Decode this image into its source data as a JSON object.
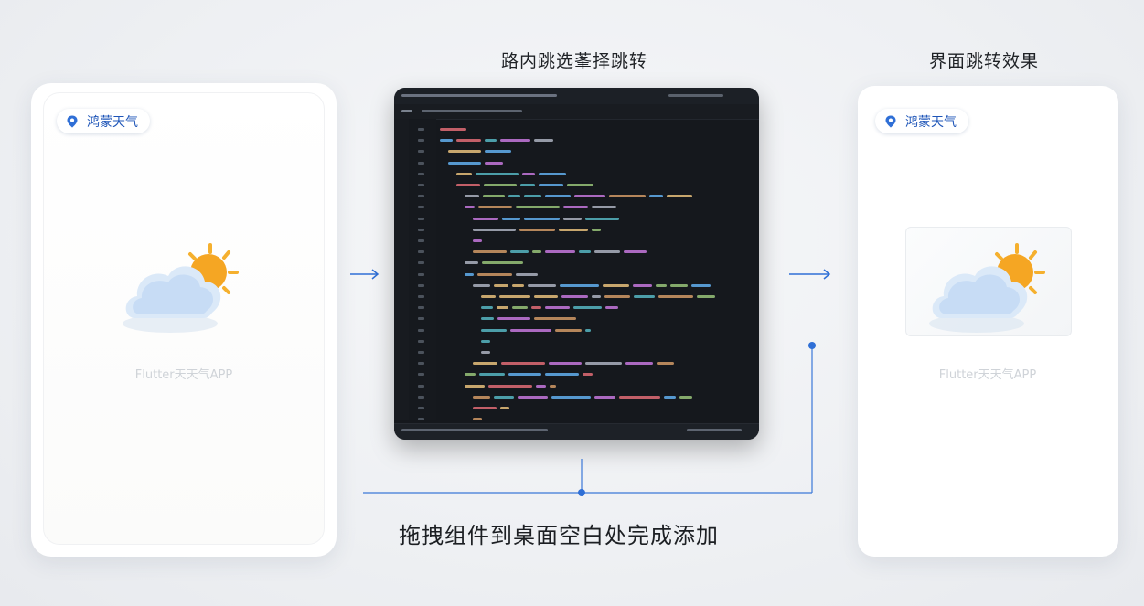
{
  "labels": {
    "code_title": "路内跳选莑择跳转",
    "result_title": "界面跳转效果",
    "drag_caption": "拖拽组件到桌面空白处完成添加"
  },
  "left_card": {
    "badge": "鸿蒙天气",
    "app_caption": "Flutter天天气APP"
  },
  "right_card": {
    "badge": "鸿蒙天气",
    "app_caption": "Flutter天天气APP"
  },
  "colors": {
    "accent_blue": "#2f6fd6",
    "cloud": "#cfe2f8",
    "sun": "#f5a623"
  },
  "icons": {
    "badge_pin": "location-pin-icon",
    "weather": "sun-behind-cloud-icon",
    "arrow": "arrow-right-icon"
  }
}
